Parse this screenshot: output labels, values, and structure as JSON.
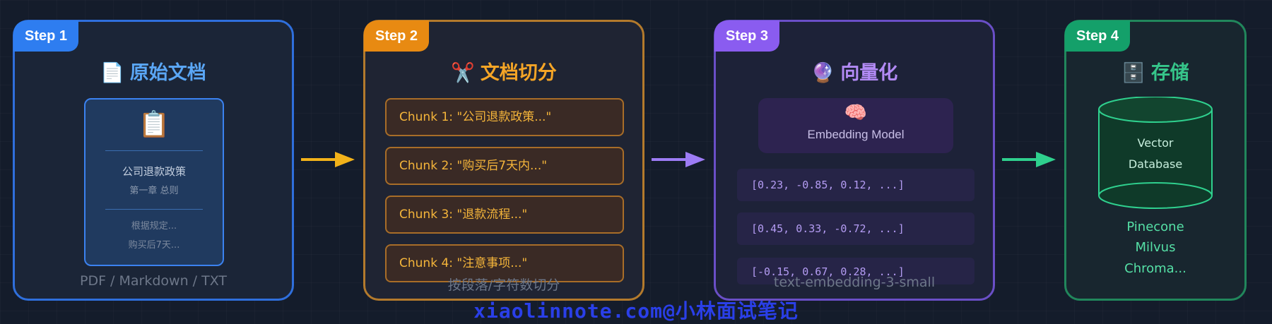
{
  "steps": [
    {
      "badge": "Step 1",
      "icon": "📄",
      "title": "原始文档",
      "footer": "PDF / Markdown / TXT"
    },
    {
      "badge": "Step 2",
      "icon": "✂️",
      "title": "文档切分",
      "footer": "按段落/字符数切分"
    },
    {
      "badge": "Step 3",
      "icon": "🔮",
      "title": "向量化",
      "footer": "text-embedding-3-small"
    },
    {
      "badge": "Step 4",
      "icon": "🗄️",
      "title": "存储"
    }
  ],
  "document": {
    "icon": "📋",
    "title": "公司退款政策",
    "subtitle": "第一章 总则",
    "line1": "根据规定...",
    "line2": "购买后7天..."
  },
  "chunks": [
    "Chunk 1: \"公司退款政策...\"",
    "Chunk 2: \"购买后7天内...\"",
    "Chunk 3: \"退款流程...\"",
    "Chunk 4: \"注意事项...\""
  ],
  "embedding": {
    "icon": "🧠",
    "model": "Embedding Model",
    "vectors": [
      "[0.23, -0.85, 0.12, ...]",
      "[0.45, 0.33, -0.72, ...]",
      "[-0.15, 0.67, 0.28, ...]"
    ]
  },
  "storage": {
    "db_line1": "Vector",
    "db_line2": "Database",
    "names": [
      "Pinecone",
      "Milvus",
      "Chroma..."
    ]
  },
  "watermark": "xiaolinnote.com@小林面试笔记",
  "colors": {
    "arrow1": "#f2b21a",
    "arrow2": "#9d7cf5",
    "arrow3": "#2fd08e"
  }
}
